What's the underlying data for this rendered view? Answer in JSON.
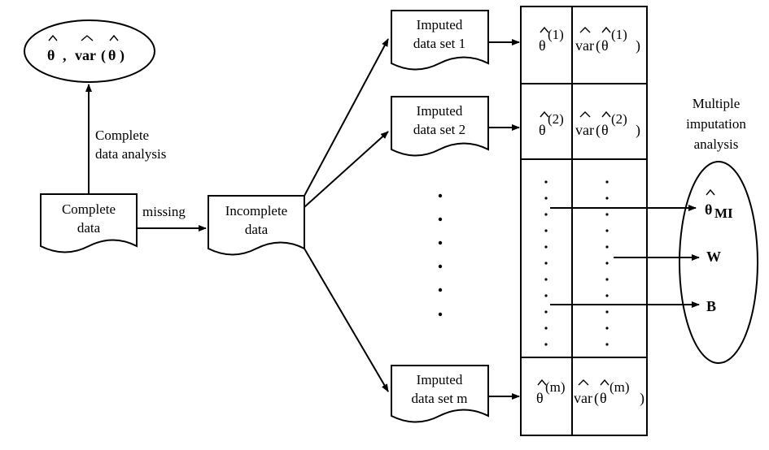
{
  "top_ellipse": {
    "theta": "θ",
    "comma": ",",
    "var": "var",
    "open_paren": "(",
    "theta2": "θ",
    "close_paren": ")"
  },
  "complete_analysis_label": {
    "line1": "Complete",
    "line2": "data analysis"
  },
  "complete_data": {
    "line1": "Complete",
    "line2": "data"
  },
  "missing_label": "missing",
  "incomplete_data": {
    "line1": "Incomplete",
    "line2": "data"
  },
  "imputed_sets": [
    {
      "line1": "Imputed",
      "line2": "data set 1"
    },
    {
      "line1": "Imputed",
      "line2": "data set 2"
    },
    {
      "line1": "Imputed",
      "line2": "data set m"
    }
  ],
  "results_table": {
    "rows": [
      {
        "theta": "θ",
        "sup": "(1)",
        "var": "var",
        "vopen": "(",
        "vtheta": "θ",
        "vsup": "(1)",
        "vclose": ")"
      },
      {
        "theta": "θ",
        "sup": "(2)",
        "var": "var",
        "vopen": "(",
        "vtheta": "θ",
        "vsup": "(2)",
        "vclose": ")"
      },
      {
        "theta": "θ",
        "sup": "(m)",
        "var": "var",
        "vopen": "(",
        "vtheta": "θ",
        "vsup": "(m)",
        "vclose": ")"
      }
    ]
  },
  "mi_analysis_label": {
    "line1": "Multiple",
    "line2": "imputation",
    "line3": "analysis"
  },
  "mi_ellipse": {
    "theta": "θ",
    "theta_sub": "MI",
    "w": "W",
    "b": "B"
  }
}
